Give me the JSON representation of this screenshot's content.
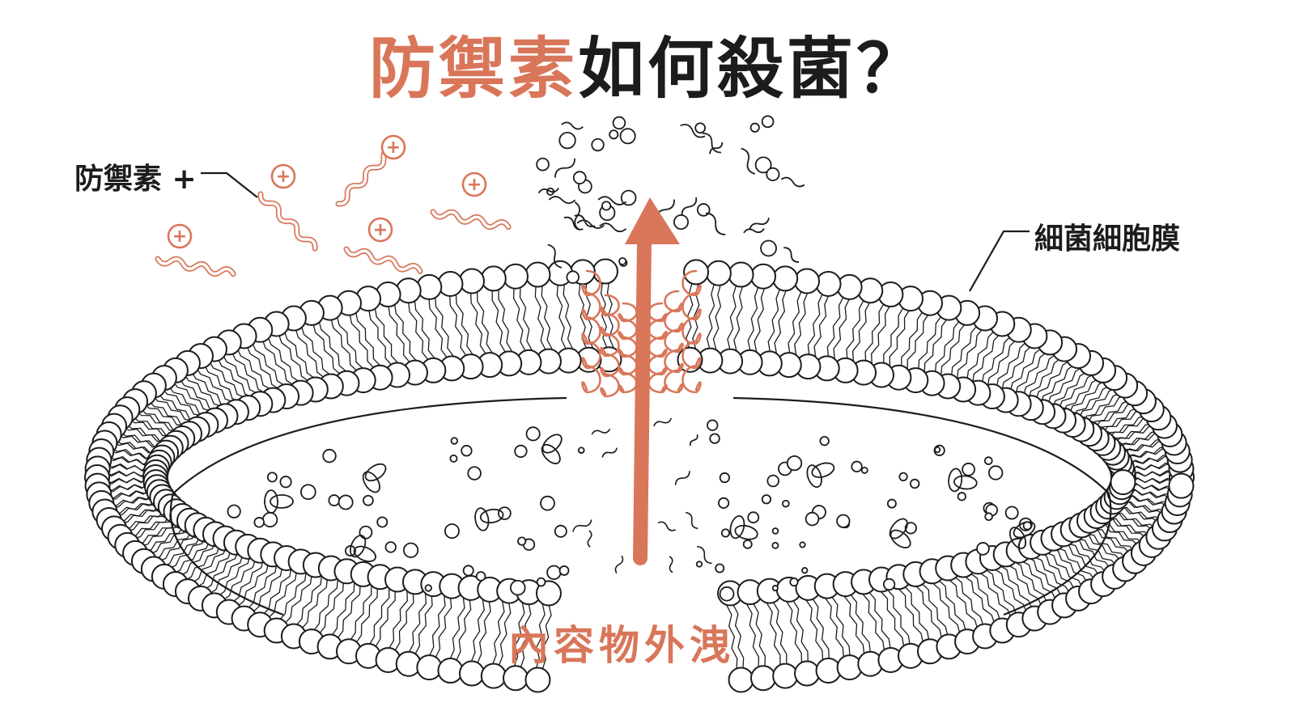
{
  "title": {
    "accent": "防禦素",
    "rest": "如何殺菌？"
  },
  "labels": {
    "defensin": "防禦素 +",
    "membrane": "細菌細胞膜",
    "leak": "內容物外洩"
  },
  "peptide_charge_symbol": "+",
  "peptide_count": 5,
  "icons": [
    "plus-charge-icon",
    "arrow-up-icon"
  ],
  "colors": {
    "accent": "#d9765a",
    "ink": "#1c1c1c",
    "background": "#ffffff"
  }
}
